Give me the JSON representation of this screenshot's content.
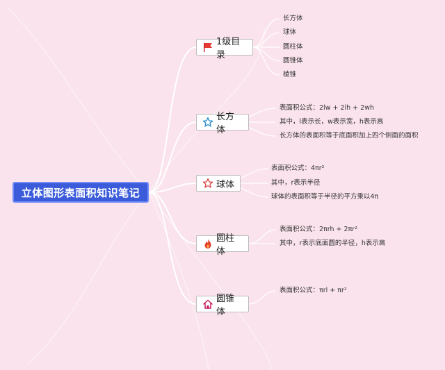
{
  "root": {
    "title": "立体图形表面积知识笔记"
  },
  "topics": [
    {
      "label": "1级目录",
      "icon": "red-flag-icon",
      "leaves": [
        "长方体",
        "球体",
        "圆柱体",
        "圆锥体",
        "棱锥"
      ]
    },
    {
      "label": "长方体",
      "icon": "outline-star-icon-blue",
      "leaves": [
        "表面积公式：2lw + 2lh + 2wh",
        "其中，l表示长，w表示宽，h表示高",
        "长方体的表面积等于底面积加上四个侧面的面积"
      ]
    },
    {
      "label": "球体",
      "icon": "outline-star-icon-red",
      "leaves": [
        "表面积公式：4πr²",
        "其中，r表示半径",
        "球体的表面积等于半径的平方乘以4π"
      ]
    },
    {
      "label": "圆柱体",
      "icon": "flame-icon",
      "leaves": [
        "表面积公式：2πrh + 2πr²",
        "其中，r表示底面圆的半径，h表示高"
      ]
    },
    {
      "label": "圆锥体",
      "icon": "house-icon",
      "leaves": [
        "表面积公式：πrl + πr²"
      ]
    }
  ],
  "colors": {
    "background": "#fae3ec",
    "root_fill": "#3b5bdb",
    "branch_line": "#ffffff"
  }
}
